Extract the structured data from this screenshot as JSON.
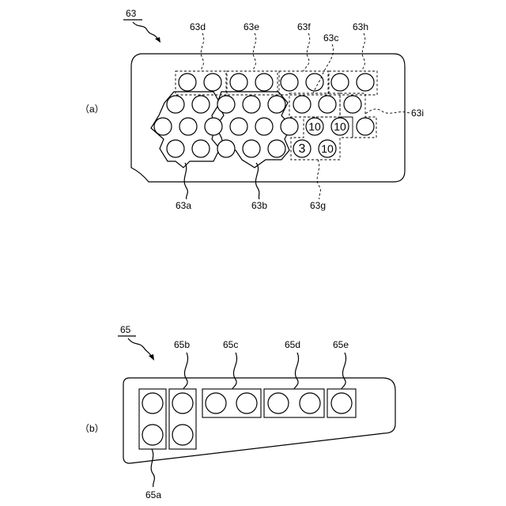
{
  "panel_a": {
    "caption": "（a）",
    "reference": "63",
    "labels": {
      "a": "63a",
      "b": "63b",
      "c": "63c",
      "d": "63d",
      "e": "63e",
      "f": "63f",
      "g": "63g",
      "h": "63h",
      "i": "63i"
    },
    "circle_numbers": {
      "ten_1": "10",
      "ten_2": "10",
      "three": "3",
      "ten_3": "10"
    }
  },
  "panel_b": {
    "caption": "（b）",
    "reference": "65",
    "labels": {
      "a": "65a",
      "b": "65b",
      "c": "65c",
      "d": "65d",
      "e": "65e"
    }
  }
}
